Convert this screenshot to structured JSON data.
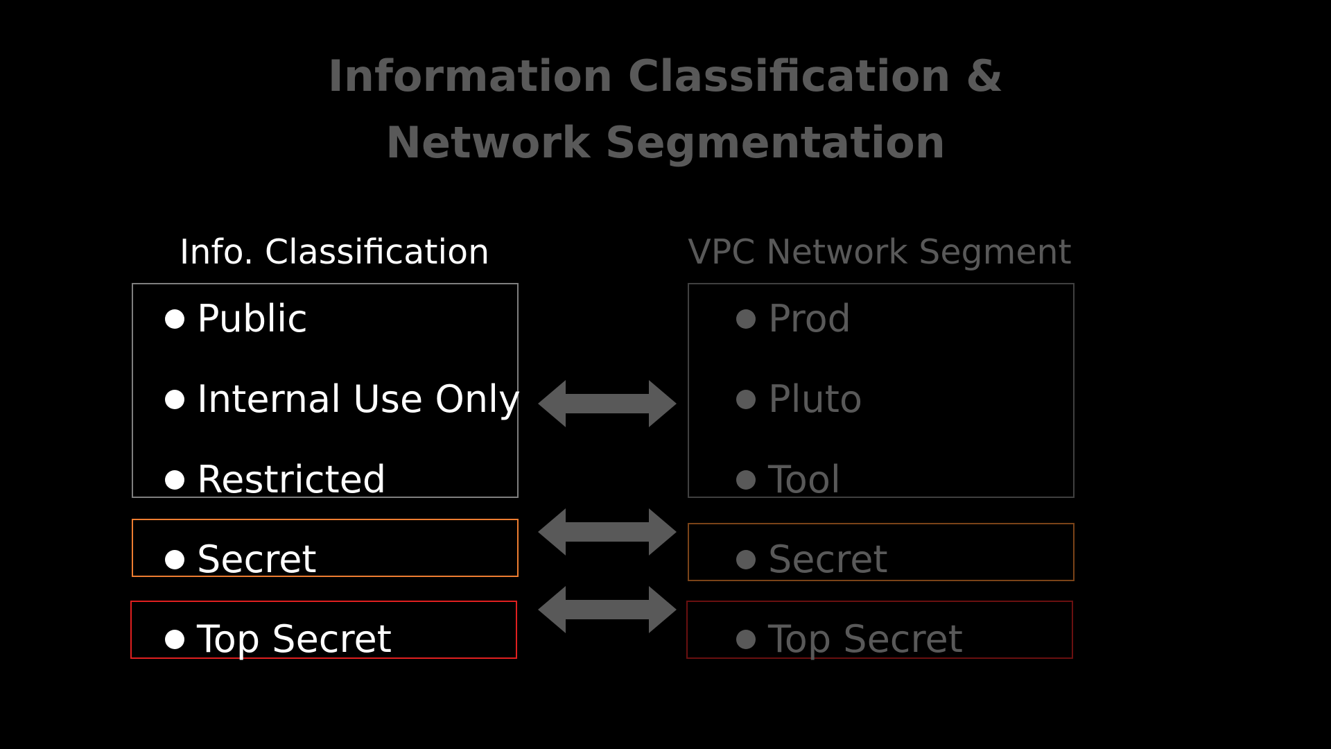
{
  "title": {
    "line1": "Information Classification &",
    "line2": "Network Segmentation"
  },
  "left_column": {
    "heading": "Info. Classification",
    "items": [
      "Public",
      "Internal Use Only",
      "Restricted",
      "Secret",
      "Top Secret"
    ]
  },
  "right_column": {
    "heading": "VPC Network Segment",
    "items": [
      "Prod",
      "Pluto",
      "Tool",
      "Secret",
      "Top Secret"
    ]
  },
  "colors": {
    "background": "#000000",
    "title": "#595959",
    "dim_text": "#595959",
    "secret_border": "#ED7D31",
    "top_secret_border": "#E02020",
    "arrow": "#595959"
  }
}
